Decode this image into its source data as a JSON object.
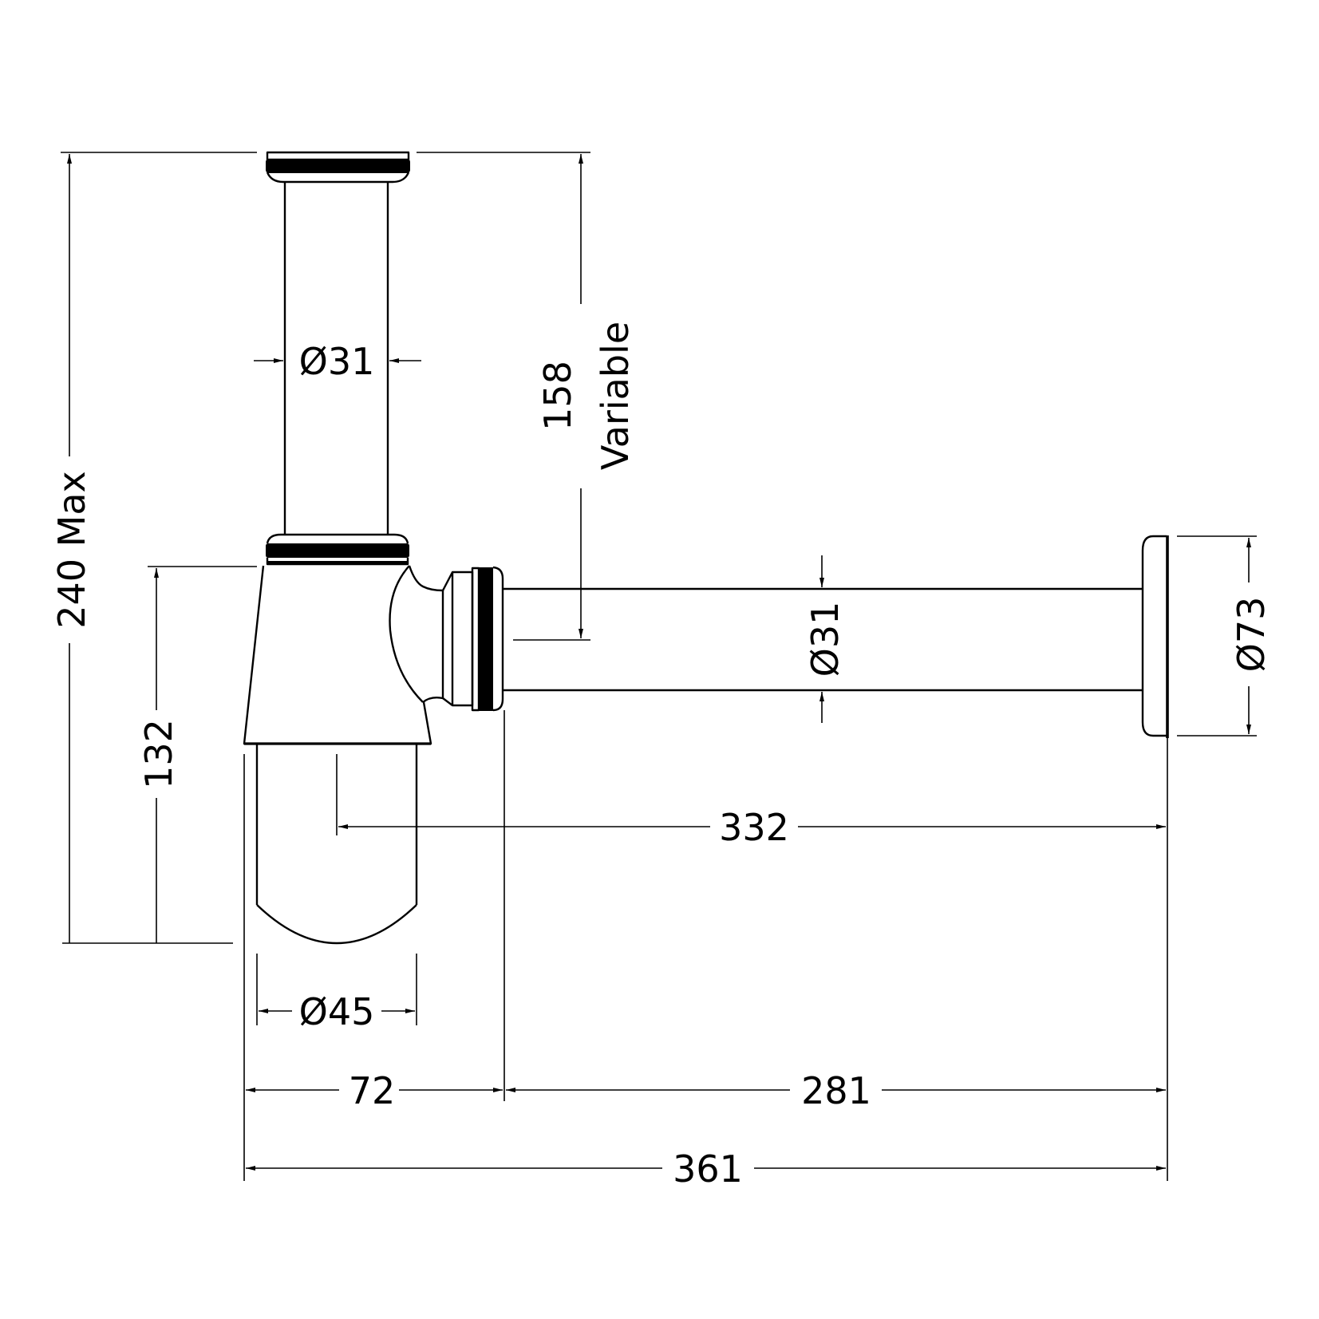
{
  "drawing": {
    "subject": "Bottle trap with extension tube and wall flange",
    "colors": {
      "line": "#000000",
      "background": "#ffffff"
    },
    "dimensions": {
      "overall_height": "240 Max",
      "variable_height": "158",
      "variable_label": "Variable",
      "body_height": "132",
      "inlet_diameter": "Ø31",
      "outlet_diameter": "Ø31",
      "flange_diameter": "Ø73",
      "bottle_diameter": "Ø45",
      "centre_to_wall": "332",
      "body_width": "72",
      "tube_length": "281",
      "overall_width": "361"
    }
  }
}
